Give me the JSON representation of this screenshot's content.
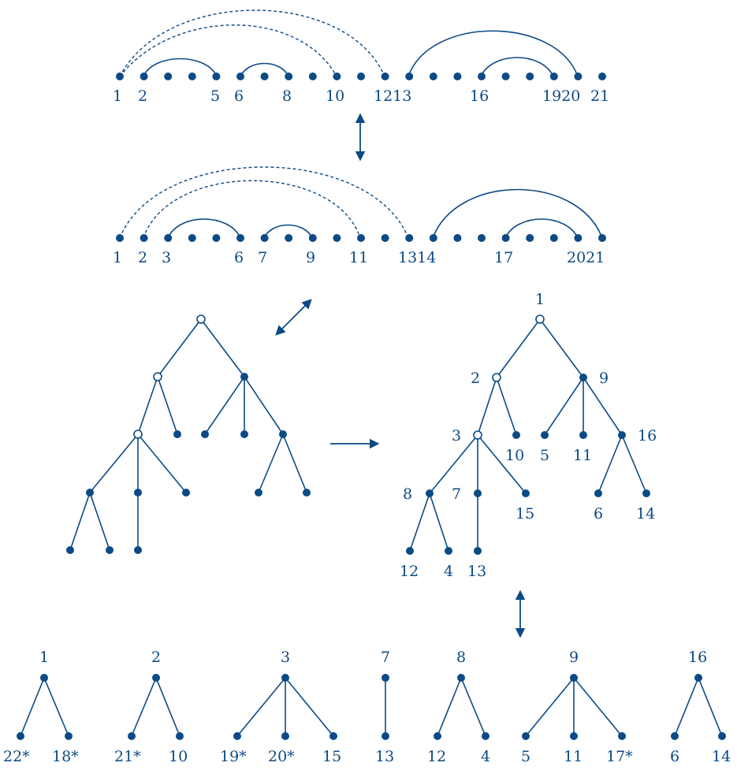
{
  "colors": {
    "ink": "#0c4a85",
    "background": "#ffffff"
  },
  "arc1": {
    "points": [
      "1",
      "2",
      "3",
      "4",
      "5",
      "6",
      "7",
      "8",
      "9",
      "10",
      "11",
      "12",
      "13",
      "14",
      "15",
      "16",
      "17",
      "18",
      "19",
      "20",
      "21"
    ],
    "labels": [
      "1",
      "2",
      "5",
      "6",
      "8",
      "10",
      "1213",
      "16",
      "1920",
      "21"
    ],
    "solid_arcs": [
      [
        2,
        5
      ],
      [
        6,
        8
      ],
      [
        13,
        20
      ],
      [
        16,
        19
      ]
    ],
    "dashed_arcs": [
      [
        1,
        10
      ],
      [
        1,
        12
      ]
    ]
  },
  "arc2": {
    "points": [
      "1",
      "2",
      "3",
      "4",
      "5",
      "6",
      "7",
      "8",
      "9",
      "10",
      "11",
      "12",
      "13",
      "14",
      "15",
      "16",
      "17",
      "18",
      "19",
      "20",
      "21"
    ],
    "labels": [
      "1",
      "2",
      "3",
      "6",
      "7",
      "9",
      "11",
      "1314",
      "17",
      "2021"
    ],
    "solid_arcs": [
      [
        3,
        6
      ],
      [
        7,
        9
      ],
      [
        14,
        21
      ],
      [
        17,
        20
      ]
    ],
    "dashed_arcs": [
      [
        1,
        13
      ],
      [
        2,
        11
      ]
    ]
  },
  "tree_right": {
    "labels": [
      "1",
      "2",
      "9",
      "3",
      "10",
      "5",
      "11",
      "16",
      "8",
      "7",
      "15",
      "6",
      "14",
      "12",
      "4",
      "13"
    ]
  },
  "forest": [
    {
      "root": "1",
      "children": [
        "22*",
        "18*"
      ]
    },
    {
      "root": "2",
      "children": [
        "21*",
        "10"
      ]
    },
    {
      "root": "3",
      "children": [
        "19*",
        "20*",
        "15"
      ]
    },
    {
      "root": "7",
      "children": [
        "13"
      ]
    },
    {
      "root": "8",
      "children": [
        "12",
        "4"
      ]
    },
    {
      "root": "9",
      "children": [
        "5",
        "11",
        "17*"
      ]
    },
    {
      "root": "16",
      "children": [
        "6",
        "14"
      ]
    }
  ]
}
